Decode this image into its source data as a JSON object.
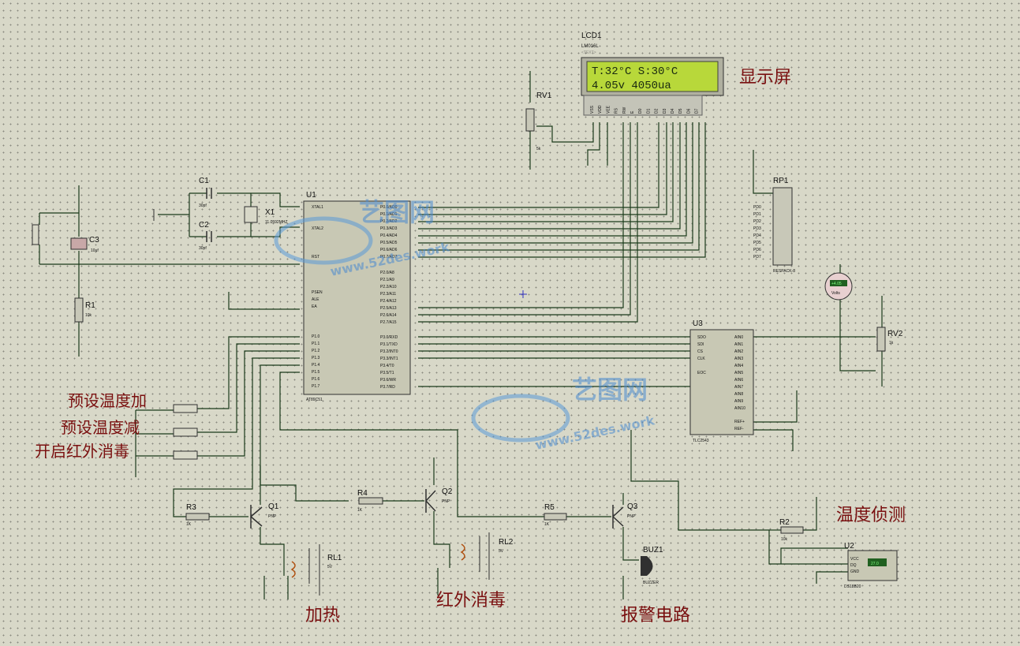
{
  "labels": {
    "display": "显示屏",
    "preset_up": "预设温度加",
    "preset_down": "预设温度减",
    "uv_start": "开启红外消毒",
    "heating": "加热",
    "uv_disinfect": "红外消毒",
    "alarm": "报警电路",
    "temp_detect": "温度侦测"
  },
  "lcd": {
    "ref": "LCD1",
    "model": "LM016L",
    "line1": "T:32°C  S:30°C",
    "line2": "4.05v   4050ua",
    "pins": [
      "VSS",
      "VDD",
      "VEE",
      "RS",
      "RW",
      "E",
      "D0",
      "D1",
      "D2",
      "D3",
      "D4",
      "D5",
      "D6",
      "D7"
    ]
  },
  "components": {
    "rv1": {
      "ref": "RV1",
      "value": "5k"
    },
    "rv2": {
      "ref": "RV2",
      "value": "1k"
    },
    "rp1": {
      "ref": "RP1",
      "value": "RESPACK-8"
    },
    "c1": {
      "ref": "C1",
      "value": "30pf"
    },
    "c2": {
      "ref": "C2",
      "value": "30pf"
    },
    "c3": {
      "ref": "C3",
      "value": "10uf"
    },
    "x1": {
      "ref": "X1",
      "value": "11.0592MHZ"
    },
    "r1": {
      "ref": "R1",
      "value": "10k"
    },
    "r2": {
      "ref": "R2",
      "value": "10k"
    },
    "r3": {
      "ref": "R3",
      "value": "1K"
    },
    "r4": {
      "ref": "R4",
      "value": "1K"
    },
    "r5": {
      "ref": "R5",
      "value": "1K"
    },
    "q1": {
      "ref": "Q1",
      "value": "PNP"
    },
    "q2": {
      "ref": "Q2",
      "value": "PNP"
    },
    "q3": {
      "ref": "Q3",
      "value": "PNP"
    },
    "rl1": {
      "ref": "RL1",
      "value": "5V"
    },
    "rl2": {
      "ref": "RL2",
      "value": "5V"
    },
    "buz1": {
      "ref": "BUZ1",
      "value": "BUZZER"
    },
    "u1": {
      "ref": "U1",
      "value": "AT89C51"
    },
    "u2": {
      "ref": "U2",
      "value": "DS18B20",
      "display": "27.0"
    },
    "u3": {
      "ref": "U3",
      "value": "TLC2543"
    },
    "voltmeter": {
      "value": "+4.05",
      "unit": "Volts"
    },
    "text_placeholder": "<TEXT>"
  },
  "u1_pins": {
    "left": [
      "XTAL1",
      "XTAL2",
      "RST",
      "PSEN",
      "ALE",
      "EA",
      "P1.0",
      "P1.1",
      "P1.2",
      "P1.3",
      "P1.4",
      "P1.5",
      "P1.6",
      "P1.7"
    ],
    "right": [
      "P0.0/AD0",
      "P0.1/AD1",
      "P0.2/AD2",
      "P0.3/AD3",
      "P0.4/AD4",
      "P0.5/AD5",
      "P0.6/AD6",
      "P0.7/AD7",
      "P2.0/A8",
      "P2.1/A9",
      "P2.2/A10",
      "P2.3/A11",
      "P2.4/A12",
      "P2.5/A13",
      "P2.6/A14",
      "P2.7/A15",
      "P3.0/RXD",
      "P3.1/TXD",
      "P3.2/INT0",
      "P3.3/INT1",
      "P3.4/T0",
      "P3.5/T1",
      "P3.6/WR",
      "P3.7/RD"
    ]
  },
  "u3_pins": {
    "left": [
      "SDO",
      "SDI",
      "CS",
      "CLK",
      "EOC"
    ],
    "right": [
      "AIN0",
      "AIN1",
      "AIN2",
      "AIN3",
      "AIN4",
      "AIN5",
      "AIN6",
      "AIN7",
      "AIN8",
      "AIN9",
      "AIN10",
      "REF+",
      "REF-"
    ]
  },
  "rp1_pins": [
    "PD0",
    "PD1",
    "PD2",
    "PD3",
    "PD4",
    "PD5",
    "PD6",
    "PD7"
  ],
  "u2_pins": [
    "VCC",
    "DQ",
    "GND"
  ],
  "watermark": {
    "cn": "艺图网",
    "url": "www.52des.work"
  }
}
